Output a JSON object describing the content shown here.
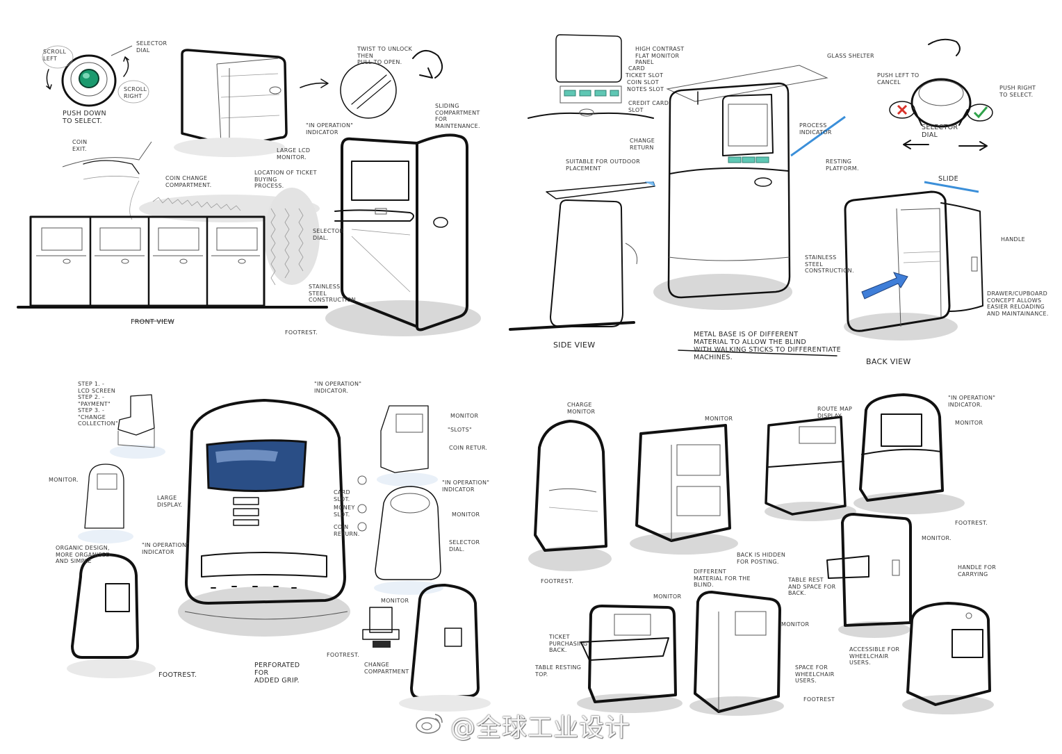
{
  "colors": {
    "ink": "#111111",
    "screen_blue": "#2a4e86",
    "accent_blue": "#3b8fd9",
    "button_green": "#1a9a6e",
    "cancel_red": "#d8322a",
    "confirm_green": "#2fa24a",
    "slot_teal": "#5fc7b4"
  },
  "top_left": {
    "dial_labels": {
      "scroll_left": "SCROLL\nLEFT",
      "selector_dial": "SELECTOR\nDIAL",
      "scroll_right": "SCROLL\nRIGHT",
      "push_down": "PUSH DOWN\nTO SELECT."
    },
    "twist": "TWIST TO UNLOCK\nTHEN\nPULL TO OPEN.",
    "sliding": "SLIDING\nCOMPARTMENT\nFOR\nMAINTENANCE.",
    "in_operation": "\"IN OPERATION\"\nINDICATOR",
    "large_lcd": "LARGE LCD\nMONITOR.",
    "ticket_location": "LOCATION OF TICKET\nBUYING\nPROCESS.",
    "coin_exit": "COIN\nEXIT.",
    "coin_change": "COIN CHANGE\nCOMPARTMENT.",
    "selector_dial_2": "SELECTOR\nDIAL.",
    "stainless": "STAINLESS\nSTEEL\nCONSTRUCTION",
    "front_view": "FRONT VIEW",
    "footrest": "FOOTREST."
  },
  "top_right": {
    "high_contrast": "HIGH CONTRAST\nFLAT MONITOR\nPANEL",
    "card": "CARD",
    "ticket_slot": "TICKET SLOT",
    "coin_slot": "COIN SLOT",
    "notes_slot": "NOTES SLOT",
    "credit_card_slot": "CREDIT CARD\nSLOT",
    "change_return": "CHANGE\nRETURN",
    "suitable": "SUITABLE FOR OUTDOOR\nPLACEMENT",
    "glass_shelter": "GLASS SHELTER",
    "process_indicator": "PROCESS\nINDICATOR",
    "resting_platform": "RESTING\nPLATFORM.",
    "push_left": "PUSH LEFT TO\nCANCEL",
    "push_right": "PUSH RIGHT\nTO SELECT.",
    "selector_dial": "SELECTOR\nDIAL",
    "slide": "SLIDE",
    "handle": "HANDLE",
    "stainless": "STAINLESS\nSTEEL\nCONSTRUCTION.",
    "drawer": "DRAWER/CUPBOARD\nCONCEPT ALLOWS\nEASIER RELOADING\nAND MAINTAINANCE.",
    "side_view": "SIDE VIEW",
    "back_view": "BACK VIEW",
    "metal_base": "METAL BASE IS OF DIFFERENT\nMATERIAL TO ALLOW THE BLIND\nWITH WALKING STICKS TO DIFFERENTIATE\nMACHINES."
  },
  "bottom_left": {
    "steps": "STEP 1. -\nLCD SCREEN\nSTEP 2. -\n\"PAYMENT\"\nSTEP 3. -\n\"CHANGE\nCOLLECTION\"",
    "in_operation": "\"IN OPERATION\"\nINDICATOR.",
    "monitor_small": "MONITOR.",
    "large_display": "LARGE\nDISPLAY.",
    "card_slot": "CARD\nSLOT.",
    "money_slot": "MONEY\nSLOT.",
    "coin_return": "COIN\nRETURN.",
    "monitor_2": "MONITOR",
    "slots": "\"SLOTS\"",
    "coin_return_2": "COIN RETUR.",
    "in_operation_2": "\"IN OPERATION\"\nINDICATOR",
    "monitor_3": "MONITOR",
    "selector_dial": "SELECTOR\nDIAL.",
    "organic": "ORGANIC DESIGN,\nMORE ORGANISED\nAND SIMPLE",
    "in_operation_3": "\"IN OPERATION\"\nINDICATOR",
    "footrest": "FOOTREST.",
    "perforated": "PERFORATED\nFOR\nADDED GRIP.",
    "footrest_2": "FOOTREST.",
    "monitor_4": "MONITOR",
    "change_compartment": "CHANGE\nCOMPARTMENT"
  },
  "bottom_right": {
    "charge_monitor": "CHARGE\nMONITOR",
    "monitor_1": "MONITOR",
    "route_map": "ROUTE MAP\nDISPLAY.",
    "in_operation": "\"IN OPERATION\"\nINDICATOR.",
    "monitor_2": "MONITOR",
    "footrest_1": "FOOTREST.",
    "back_hidden": "BACK IS HIDDEN\nFOR POSTING.",
    "different_material": "DIFFERENT\nMATERIAL FOR THE\nBLIND.",
    "table_rest": "TABLE REST\nAND SPACE FOR\nBACK.",
    "footrest_2": "FOOTREST.",
    "monitor_3": "MONITOR.",
    "handle_carrying": "HANDLE FOR\nCARRYING",
    "monitor_4": "MONITOR",
    "ticket_purchasing": "TICKET\nPURCHASING\nBACK.",
    "table_resting": "TABLE RESTING\nTOP.",
    "monitor_5": "MONITOR",
    "space_wheelchair": "SPACE FOR\nWHEELCHAIR\nUSERS.",
    "footrest_3": "FOOTREST",
    "accessible": "ACCESSIBLE FOR\nWHEELCHAIR\nUSERS."
  },
  "watermark": {
    "text": "@全球工业设计",
    "logo_icon": "weibo-logo-icon"
  }
}
